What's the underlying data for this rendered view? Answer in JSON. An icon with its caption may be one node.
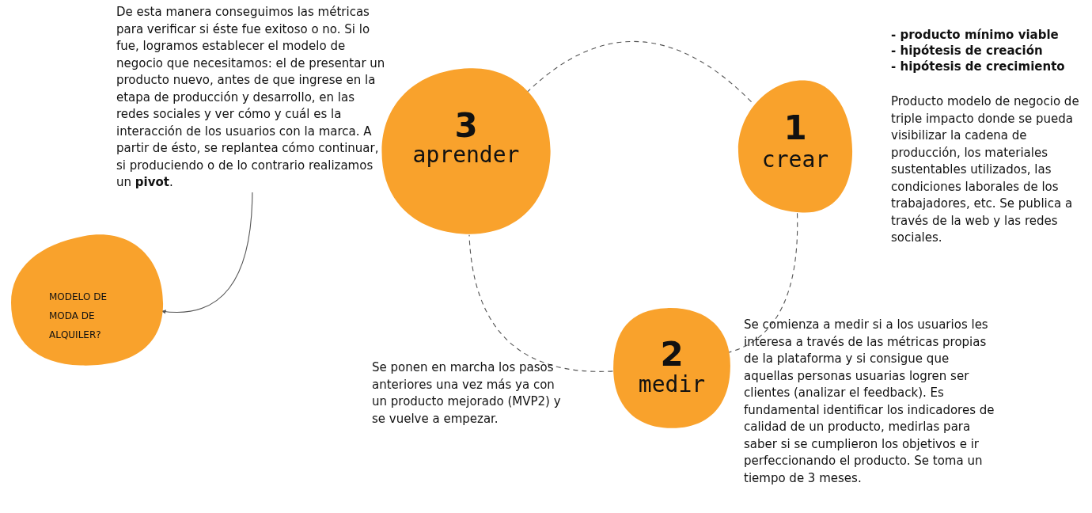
{
  "diagram": {
    "nodes": [
      {
        "text": [
          "De esta manera conseguimos las métricas para verificar si éste fue exitoso o no. Si lo fue, logramos establecer el modelo de negocio que necesitamos: el de presentar un producto nuevo, antes de que ingrese en la etapa de producción y desarrollo, en las redes sociales y ver cómo y cuál es la interacción de los usuarios con la marca. A partir de ésto, se replantea cómo continuar, si produciendo o de lo contrario realizamos un **pivot**."
        ]
      },
      {
        "text": [
          "3",
          "aprender"
        ]
      },
      {
        "text": [
          "1",
          "crear"
        ],
        "beside": [
          "- producto mínimo viable",
          "- hipótesis de creación",
          "- hipótesis de crecimiento",
          "Producto modelo de negocio de triple impacto donde se pueda visibilizar la cadena de producción, los materiales sustentables utilizados, las condiciones laborales de los trabajadores, etc. Se publica a través de la web y las redes sociales."
        ]
      },
      {
        "text": [
          "2",
          "medir"
        ],
        "beside": [
          "Se comienza a medir si a los usuarios les interesa a través de las métricas propias de la plataforma y si consigue que aquellas personas usuarias logren ser clientes (analizar el feedback). Es fundamental identificar los indicadores de calidad de un producto, medirlas para saber si se cumplieron los objetivos e ir perfeccionando el producto. Se toma un tiempo de 3 meses."
        ]
      },
      {
        "text": [
          "MODELO DE MODA DE ALQUILER?"
        ]
      }
    ],
    "edges": [
      {
        "from": 2,
        "to": 3,
        "arrow": "none",
        "style": "dashed"
      },
      {
        "from": 3,
        "to": 1,
        "arrow": "none",
        "style": "dashed"
      },
      {
        "from": 1,
        "to": 2,
        "arrow": "none",
        "style": "dashed"
      },
      {
        "from": 0,
        "to": 4,
        "arrow": "to"
      }
    ],
    "labels": [
      "Se ponen en marcha los pasos anteriores una vez más ya con un producto mejorado (MVP2) y se vuelve a empezar."
    ]
  }
}
